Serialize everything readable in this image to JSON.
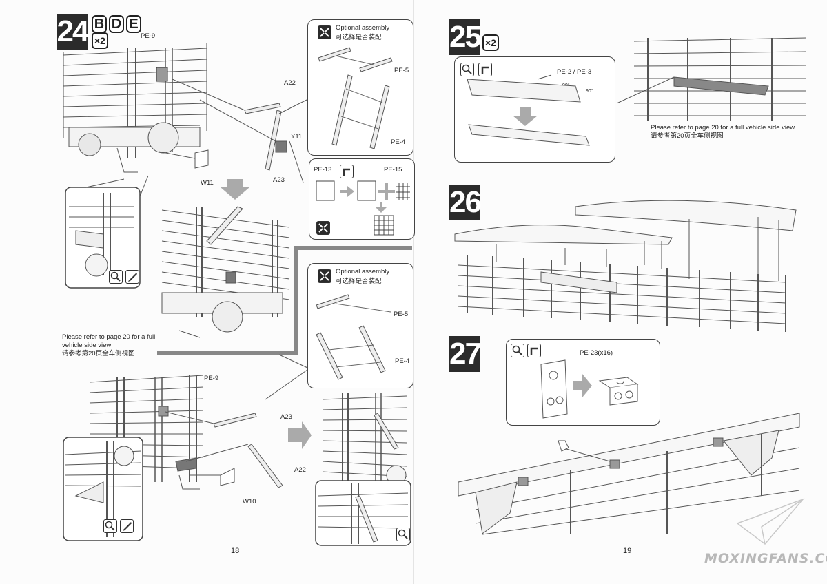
{
  "left_page": {
    "page_number": "18",
    "step": {
      "number": "24",
      "variants": [
        "B",
        "D",
        "E"
      ],
      "qty": "×2"
    },
    "labels": {
      "pe9_top": "PE-9",
      "a22_top": "A22",
      "y11": "Y11",
      "w11": "W11",
      "a23_top": "A23",
      "pe9_bottom": "PE-9",
      "a23_bottom": "A23",
      "a22_bottom": "A22",
      "w10": "W10"
    },
    "optional_box_1": {
      "title_en": "Optional assembly",
      "title_cn": "可选择是否装配",
      "pe5": "PE-5",
      "pe4": "PE-4"
    },
    "pe_box": {
      "pe13": "PE-13",
      "pe15": "PE-15"
    },
    "optional_box_2": {
      "title_en": "Optional assembly",
      "title_cn": "可选择是否装配",
      "pe5": "PE-5",
      "pe4": "PE-4"
    },
    "note": {
      "line1": "Please refer to page 20 for a full",
      "line2": "vehicle side view",
      "line3": "请参考第20页全车侧视图"
    }
  },
  "right_page": {
    "page_number": "19",
    "step25": {
      "number": "25",
      "qty": "×2",
      "label": "PE-2 / PE-3",
      "angle_1": "90°",
      "angle_2": "90°",
      "note_en": "Please refer to page 20 for a full vehicle side view",
      "note_cn": "请参考第20页全车侧视图"
    },
    "step26": {
      "number": "26"
    },
    "step27": {
      "number": "27",
      "label": "PE-23(x16)"
    }
  },
  "watermark": "MOXINGFANS.COM",
  "icons": [
    "magnify-icon",
    "bend-icon",
    "tweezers-icon",
    "optional-assembly-icon",
    "arrow-right-icon",
    "arrow-down-icon",
    "plus-icon",
    "paper-plane-logo"
  ]
}
